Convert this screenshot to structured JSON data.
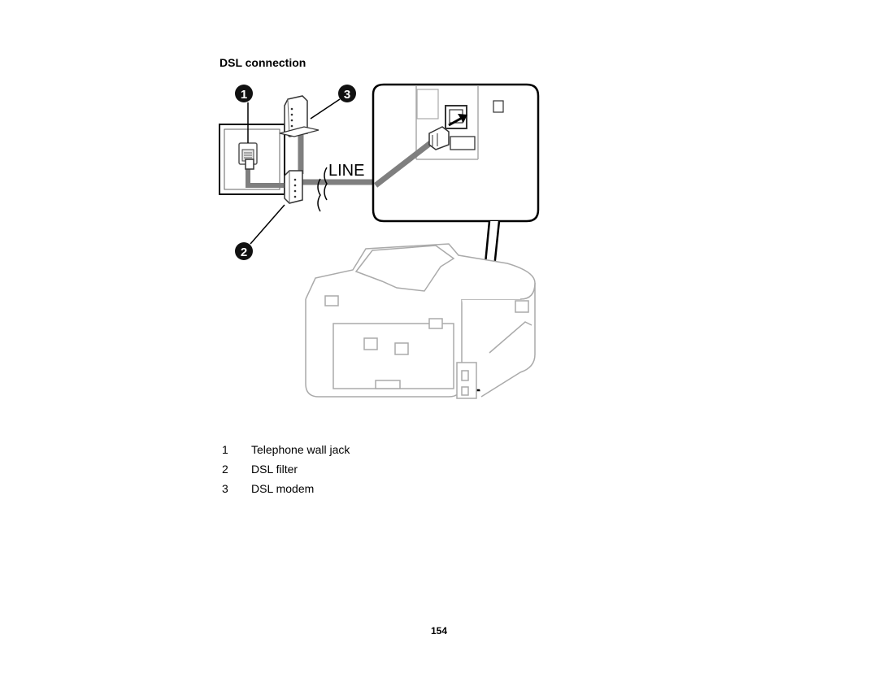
{
  "section": {
    "heading": "DSL connection"
  },
  "figure": {
    "callouts": [
      "1",
      "2",
      "3"
    ],
    "line_label": "LINE"
  },
  "legend": {
    "items": [
      {
        "number": "1",
        "label": "Telephone wall jack"
      },
      {
        "number": "2",
        "label": "DSL filter"
      },
      {
        "number": "3",
        "label": "DSL modem"
      }
    ]
  },
  "footer": {
    "page_number": "154"
  }
}
